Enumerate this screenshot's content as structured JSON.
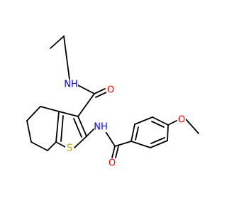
{
  "molecule": {
    "atom_labels": {
      "nh_amide_top": "NH",
      "o_amide_top": "O",
      "nh_amide_right": "NH",
      "s_thiophene": "S",
      "o_carbonyl_bottom": "O",
      "o_methoxy": "O"
    },
    "colors": {
      "bond": "#000000",
      "nitrogen": "#0000ff",
      "oxygen": "#ff0000",
      "sulfur": "#b8a600"
    }
  }
}
